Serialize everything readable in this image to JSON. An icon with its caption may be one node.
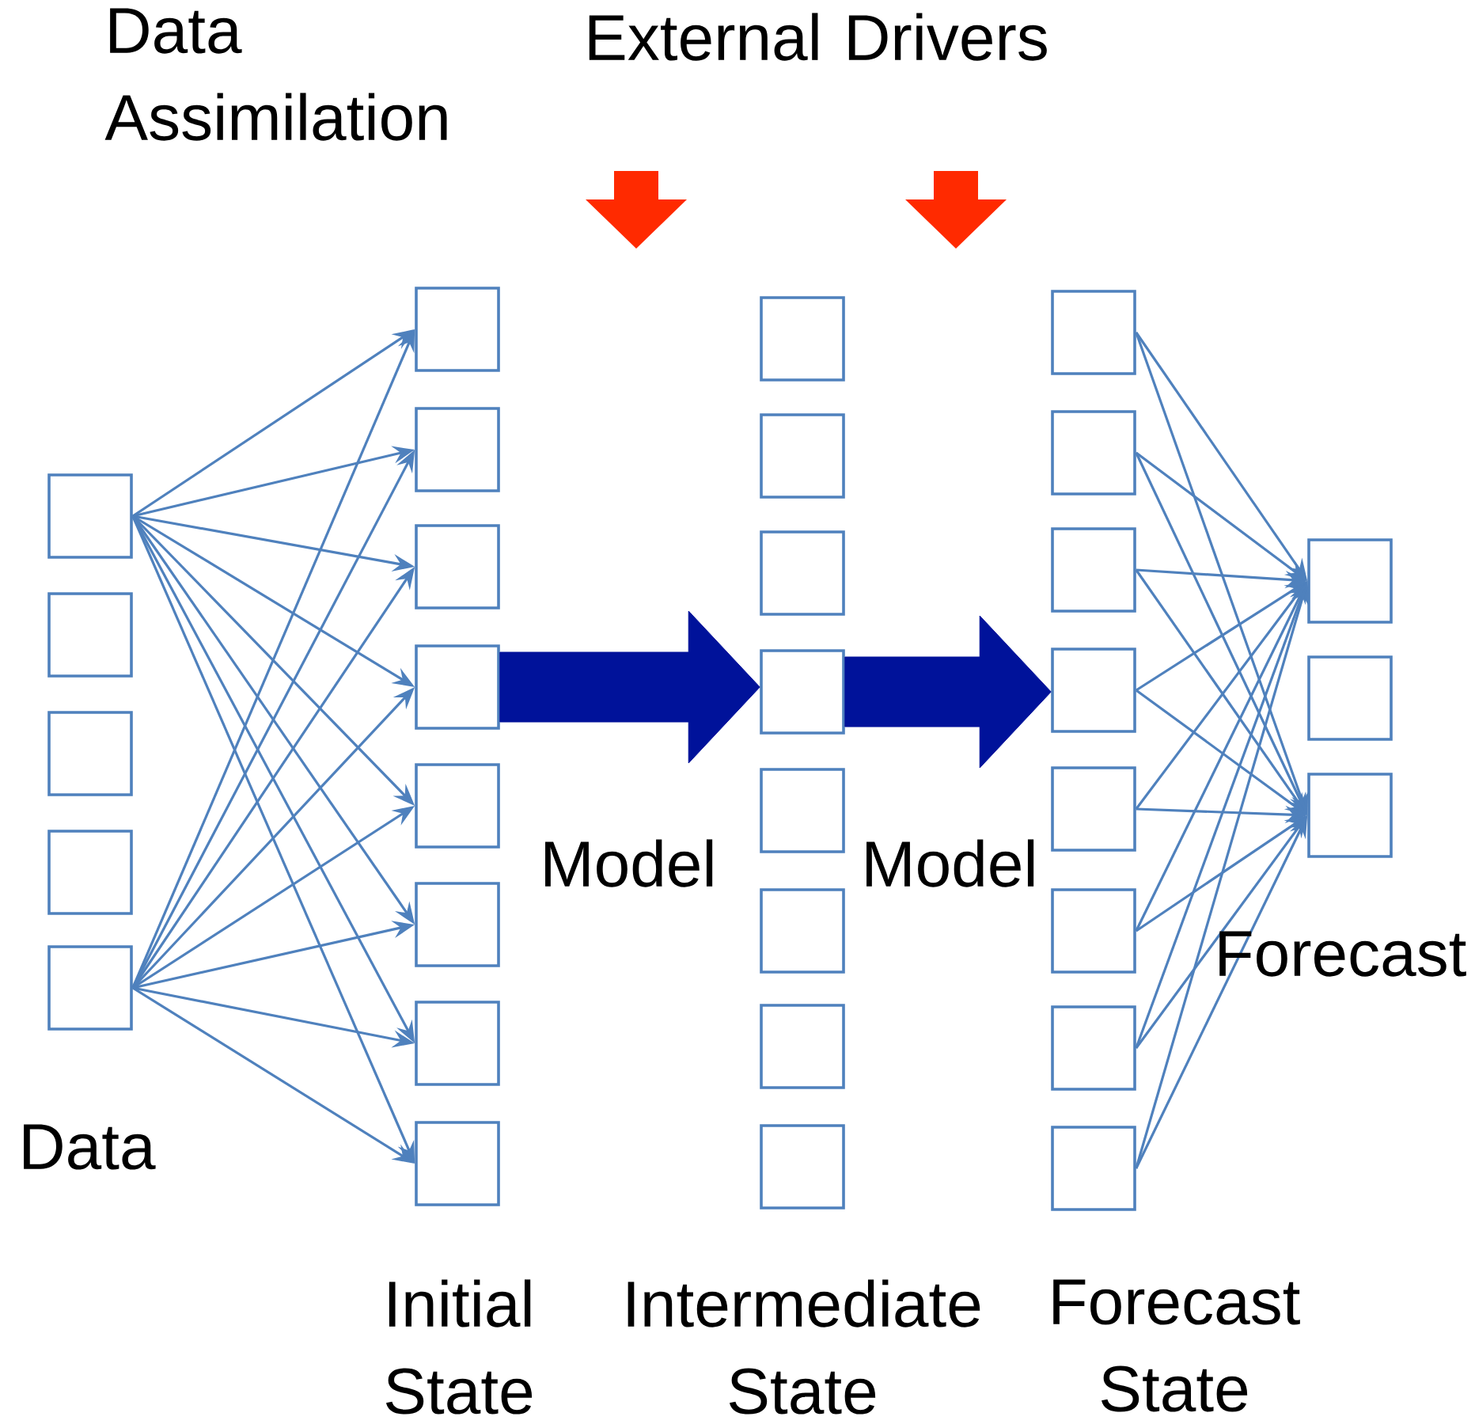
{
  "diagram": {
    "nodes": [
      {
        "text": [],
        "shape": "box"
      },
      {
        "text": [],
        "shape": "box"
      },
      {
        "text": [],
        "shape": "box"
      },
      {
        "text": [],
        "shape": "box"
      },
      {
        "text": [],
        "shape": "box"
      },
      {
        "text": [],
        "shape": "box"
      },
      {
        "text": [],
        "shape": "box"
      },
      {
        "text": [],
        "shape": "box"
      },
      {
        "text": [],
        "shape": "box"
      },
      {
        "text": [],
        "shape": "box"
      },
      {
        "text": [],
        "shape": "box"
      },
      {
        "text": [],
        "shape": "box"
      },
      {
        "text": [],
        "shape": "box"
      },
      {
        "text": [],
        "shape": "box"
      },
      {
        "text": [],
        "shape": "box"
      },
      {
        "text": [],
        "shape": "box"
      },
      {
        "text": [],
        "shape": "box"
      },
      {
        "text": [],
        "shape": "box"
      },
      {
        "text": [],
        "shape": "box"
      },
      {
        "text": [],
        "shape": "box"
      },
      {
        "text": [],
        "shape": "box"
      },
      {
        "text": [],
        "shape": "box"
      },
      {
        "text": [],
        "shape": "box"
      },
      {
        "text": [],
        "shape": "box"
      },
      {
        "text": [],
        "shape": "box"
      },
      {
        "text": [],
        "shape": "box"
      },
      {
        "text": [],
        "shape": "box"
      },
      {
        "text": [],
        "shape": "box"
      },
      {
        "text": [],
        "shape": "box"
      },
      {
        "text": [],
        "shape": "box"
      },
      {
        "text": [],
        "shape": "box"
      },
      {
        "text": [],
        "shape": "box"
      }
    ],
    "edges": [
      {
        "from": 0,
        "to": 5,
        "arrow": "to"
      },
      {
        "from": 0,
        "to": 6,
        "arrow": "to"
      },
      {
        "from": 0,
        "to": 7,
        "arrow": "to"
      },
      {
        "from": 0,
        "to": 8,
        "arrow": "to"
      },
      {
        "from": 0,
        "to": 9,
        "arrow": "to"
      },
      {
        "from": 0,
        "to": 10,
        "arrow": "to"
      },
      {
        "from": 0,
        "to": 11,
        "arrow": "to"
      },
      {
        "from": 0,
        "to": 12,
        "arrow": "to"
      },
      {
        "from": 4,
        "to": 5,
        "arrow": "to"
      },
      {
        "from": 4,
        "to": 6,
        "arrow": "to"
      },
      {
        "from": 4,
        "to": 7,
        "arrow": "to"
      },
      {
        "from": 4,
        "to": 8,
        "arrow": "to"
      },
      {
        "from": 4,
        "to": 9,
        "arrow": "to"
      },
      {
        "from": 4,
        "to": 10,
        "arrow": "to"
      },
      {
        "from": 4,
        "to": 11,
        "arrow": "to"
      },
      {
        "from": 4,
        "to": 12,
        "arrow": "to"
      },
      {
        "from": 8,
        "to": 16,
        "arrow": "to",
        "style": "thick",
        "color": "#00129a"
      },
      {
        "from": 16,
        "to": 24,
        "arrow": "to",
        "style": "thick",
        "color": "#00129a"
      },
      {
        "from": 21,
        "to": 29,
        "arrow": "to"
      },
      {
        "from": 22,
        "to": 29,
        "arrow": "to"
      },
      {
        "from": 23,
        "to": 29,
        "arrow": "to"
      },
      {
        "from": 24,
        "to": 29,
        "arrow": "to"
      },
      {
        "from": 25,
        "to": 29,
        "arrow": "to"
      },
      {
        "from": 26,
        "to": 29,
        "arrow": "to"
      },
      {
        "from": 27,
        "to": 29,
        "arrow": "to"
      },
      {
        "from": 28,
        "to": 29,
        "arrow": "to"
      },
      {
        "from": 21,
        "to": 31,
        "arrow": "to"
      },
      {
        "from": 22,
        "to": 31,
        "arrow": "to"
      },
      {
        "from": 23,
        "to": 31,
        "arrow": "to"
      },
      {
        "from": 24,
        "to": 31,
        "arrow": "to"
      },
      {
        "from": 25,
        "to": 31,
        "arrow": "to"
      },
      {
        "from": 26,
        "to": 31,
        "arrow": "to"
      },
      {
        "from": 27,
        "to": 31,
        "arrow": "to"
      },
      {
        "from": 28,
        "to": 31,
        "arrow": "to"
      }
    ],
    "labels": [
      "Data Assimilation",
      "External Drivers",
      "Model",
      "Model",
      "Forecast",
      "Data",
      "Initial State",
      "Intermediate State",
      "Forecast State"
    ]
  }
}
